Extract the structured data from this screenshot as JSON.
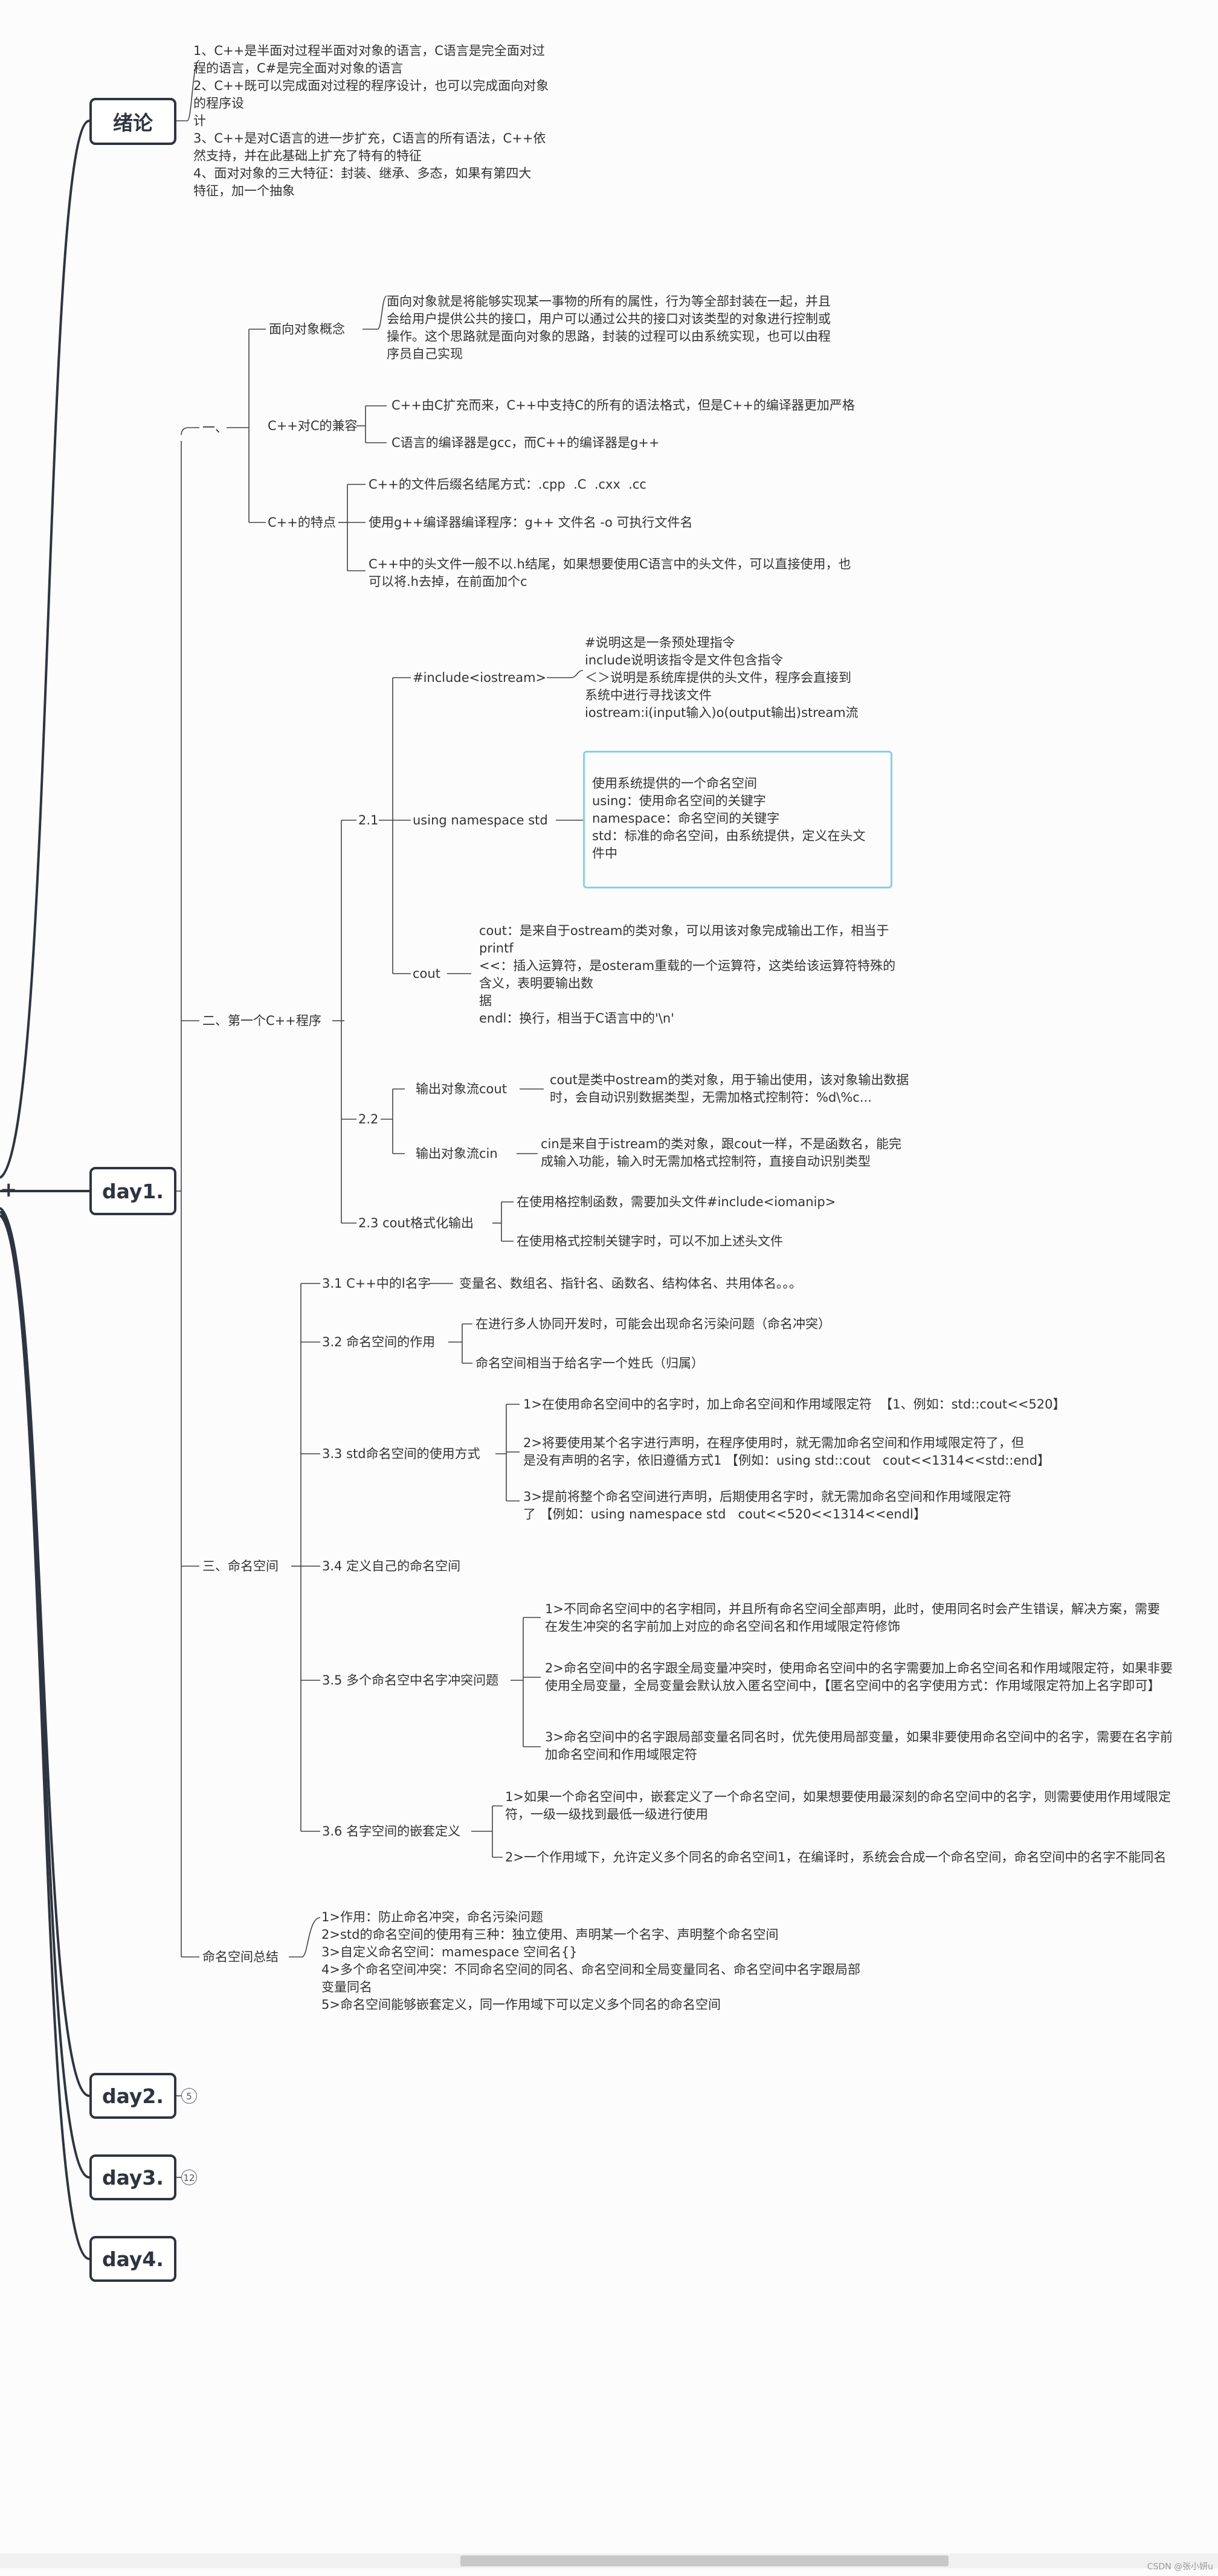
{
  "root": "+",
  "nodes": {
    "intro": {
      "label": "绪论",
      "lines": [
        "1、C++是半面对过程半面对对象的语言，C语言是完全面对过",
        "程的语言，C#是完全面对对象的语言",
        "2、C++既可以完成面对过程的程序设计，也可以完成面向对象",
        "的程序设",
        "计",
        "3、C++是对C语言的进一步扩充，C语言的所有语法，C++依",
        "然支持，并在此基础上扩充了特有的特征",
        "4、面对对象的三大特征：封装、继承、多态，如果有第四大",
        "特征，加一个抽象"
      ]
    },
    "day1": {
      "label": "day1.",
      "s1": {
        "label": "一、",
        "oop": {
          "label": "面向对象概念",
          "lines": [
            "面向对象就是将能够实现某一事物的所有的属性，行为等全部封装在一起，并且",
            "会给用户提供公共的接口，用户可以通过公共的接口对该类型的对象进行控制或",
            "操作。这个思路就是面向对象的思路，封装的过程可以由系统实现，也可以由程",
            "序员自己实现"
          ]
        },
        "compat": {
          "label": "C++对C的兼容",
          "items": [
            "C++由C扩充而来，C++中支持C的所有的语法格式，但是C++的编译器更加严格",
            "C语言的编译器是gcc，而C++的编译器是g++"
          ]
        },
        "features": {
          "label": "C++的特点",
          "items": [
            "C++的文件后缀名结尾方式：.cpp  .C  .cxx  .cc",
            "使用g++编译器编译程序：g++ 文件名 -o 可执行文件名"
          ],
          "item3": [
            "C++中的头文件一般不以.h结尾，如果想要使用C语言中的头文件，可以直接使用，也",
            "可以将.h去掉，在前面加个c"
          ]
        }
      },
      "s2": {
        "label": "二、第一个C++程序",
        "s21": {
          "label": "2.1",
          "include": {
            "label": "#include<iostream>",
            "lines": [
              "#说明这是一条预处理指令",
              "include说明该指令是文件包含指令",
              "＜＞说明是系统库提供的头文件，程序会直接到",
              "系统中进行寻找该文件",
              "iostream:i(input输入)o(output输出)stream流"
            ]
          },
          "using": {
            "label": "using namespace std",
            "lines": [
              "使用系统提供的一个命名空间",
              "using：使用命名空间的关键字",
              "namespace：命名空间的关键字",
              "std：标准的命名空间，由系统提供，定义在头文",
              "件中"
            ]
          },
          "cout": {
            "label": "cout",
            "lines": [
              "cout：是来自于ostream的类对象，可以用该对象完成输出工作，相当于",
              "printf",
              "<<：插入运算符，是osteram重载的一个运算符，这类给该运算符特殊的",
              "含义，表明要输出数",
              "据",
              "endl：换行，相当于C语言中的'\\n'"
            ]
          }
        },
        "s22": {
          "label": "2.2",
          "coutStream": {
            "label": "输出对象流cout",
            "lines": [
              "cout是类中ostream的类对象，用于输出使用，该对象输出数据",
              "时，会自动识别数据类型，无需加格式控制符：%d\\%c..."
            ]
          },
          "cinStream": {
            "label": "输出对象流cin",
            "lines": [
              "cin是来自于istream的类对象，跟cout一样，不是函数名，能完",
              "成输入功能，输入时无需加格式控制符，直接自动识别类型"
            ]
          }
        },
        "s23": {
          "label": "2.3 cout格式化输出",
          "items": [
            "在使用格控制函数，需要加头文件#include<iomanip>",
            "在使用格式控制关键字时，可以不加上述头文件"
          ]
        }
      },
      "s3": {
        "label": "三、命名空间",
        "s31": {
          "label": "3.1 C++中的l名字",
          "text": "变量名、数组名、指针名、函数名、结构体名、共用体名。。。"
        },
        "s32": {
          "label": "3.2 命名空间的作用",
          "items": [
            "在进行多人协同开发时，可能会出现命名污染问题（命名冲突）",
            "命名空间相当于给名字一个姓氏（归属）"
          ]
        },
        "s33": {
          "label": "3.3 std命名空间的使用方式",
          "i1": [
            "1>在使用命名空间中的名字时，加上命名空间和作用域限定符  【1、例如：std::cout<<520】"
          ],
          "i2": [
            "2>将要使用某个名字进行声明，在程序使用时，就无需加命名空间和作用域限定符了，但",
            "是没有声明的名字，依旧遵循方式1 【例如：using std::cout   cout<<1314<<std::end】"
          ],
          "i3": [
            "3>提前将整个命名空间进行声明，后期使用名字时，就无需加命名空间和作用域限定符",
            "了 【例如：using namespace std   cout<<520<<1314<<endl】"
          ]
        },
        "s34": {
          "label": "3.4 定义自己的命名空间"
        },
        "s35": {
          "label": "3.5 多个命名空中名字冲突问题",
          "i1": [
            "1>不同命名空间中的名字相同，并且所有命名空间全部声明，此时，使用同名时会产生错误，解决方案，需要",
            "在发生冲突的名字前加上对应的命名空间名和作用域限定符修饰"
          ],
          "i2": [
            "2>命名空间中的名字跟全局变量冲突时，使用命名空间中的名字需要加上命名空间名和作用域限定符，如果非要",
            "使用全局变量，全局变量会默认放入匿名空间中，【匿名空间中的名字使用方式：作用域限定符加上名字即可】"
          ],
          "i3": [
            "3>命名空间中的名字跟局部变量名同名时，优先使用局部变量，如果非要使用命名空间中的名字，需要在名字前",
            "加命名空间和作用域限定符"
          ]
        },
        "s36": {
          "label": "3.6 名字空间的嵌套定义",
          "i1": [
            "1>如果一个命名空间中，嵌套定义了一个命名空间，如果想要使用最深刻的命名空间中的名字，则需要使用作用域限定",
            "符，一级一级找到最低一级进行使用"
          ],
          "i2": [
            "2>一个作用域下，允许定义多个同名的命名空间1，在编译时，系统会合成一个命名空间，命名空间中的名字不能同名"
          ]
        }
      },
      "summary": {
        "label": "命名空间总结",
        "lines": [
          "1>作用：防止命名冲突，命名污染问题",
          "2>std的命名空间的使用有三种：独立使用、声明某一个名字、声明整个命名空间",
          "3>自定义命名空间：mamespace 空间名{}",
          "4>多个命名空间冲突：不同命名空间的同名、命名空间和全局变量同名、命名空间中名字跟局部",
          "变量同名",
          "5>命名空间能够嵌套定义，同一作用域下可以定义多个同名的命名空间"
        ]
      }
    },
    "day2": {
      "label": "day2.",
      "badge": "5"
    },
    "day3": {
      "label": "day3.",
      "badge": "12"
    },
    "day4": {
      "label": "day4."
    }
  },
  "watermark": "CSDN @张小妍u",
  "colors": {
    "line": "#2e3440",
    "thin": "#444444",
    "highlight": "#87ceeb"
  }
}
